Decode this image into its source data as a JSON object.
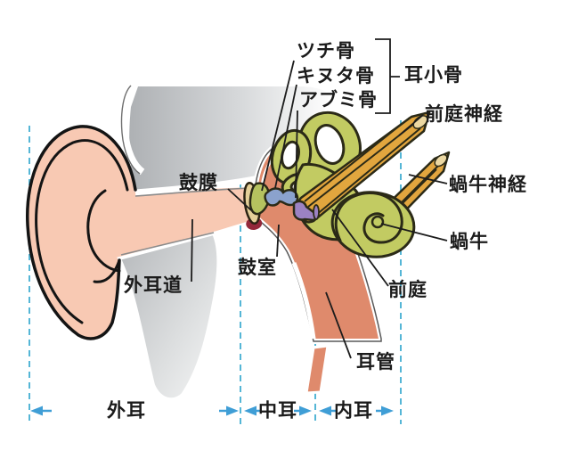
{
  "figure": {
    "type": "anatomical-diagram",
    "subject": "Human ear anatomy (Japanese labels)",
    "labels": {
      "malleus": "ツチ骨",
      "incus": "キヌタ骨",
      "stapes": "アブミ骨",
      "ossicles_group": "耳小骨",
      "vestibular_nerve": "前庭神経",
      "cochlear_nerve": "蝸牛神経",
      "cochlea": "蝸牛",
      "eardrum": "鼓膜",
      "tympanic_cavity": "鼓室",
      "ear_canal": "外耳道",
      "vestibule": "前庭",
      "eustachian_tube": "耳管"
    },
    "zones": {
      "outer_ear": "外耳",
      "middle_ear": "中耳",
      "inner_ear": "内耳"
    },
    "colors": {
      "skin_pink": "#f8c9b3",
      "cavity_salmon": "#df8a6c",
      "labyrinth_green": "#c2cb62",
      "nerve_orange": "#e2a63e",
      "malleus_green": "#b5c25f",
      "incus_blue": "#8ba2cd",
      "stapes_purple": "#9c82c3",
      "eardrum_cream": "#e4d099",
      "annulus_red": "#93283a",
      "head_gray": "#b7babd",
      "guide_dash_teal": "#55b6d6",
      "arrow_blue": "#3f9ed6",
      "line_black": "#1c1c1c"
    }
  }
}
